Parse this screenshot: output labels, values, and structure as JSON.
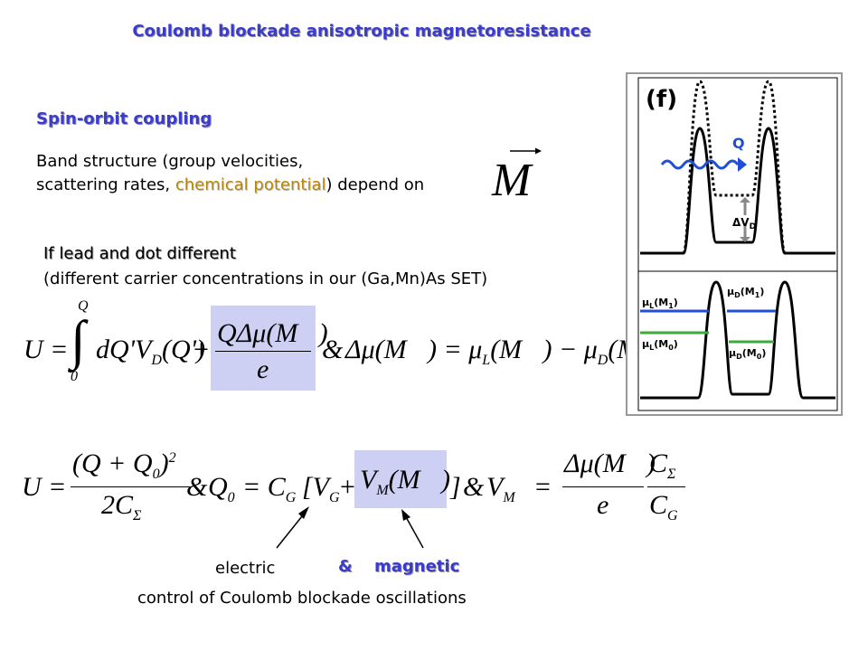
{
  "title": "Coulomb blockade anisotropic magnetoresistance",
  "heading": "Spin-orbit coupling",
  "band_line1": "Band structure (group velocities,",
  "band_line2_pre": "scattering rates, ",
  "band_line2_hl": "chemical potential",
  "band_line2_post": ") depend on",
  "lead_heading": "If lead and dot different",
  "lead_detail": "(different carrier concentrations in our (Ga,Mn)As SET)",
  "eq1": {
    "lhs": "U =",
    "integral_upper": "Q",
    "integral_lower": "0",
    "integrand": "dQ'V",
    "integrand_sub": "D",
    "integrand_arg": "(Q')",
    "plus": "+",
    "frac_num": "QΔμ(M⃗)",
    "frac_den": "e",
    "amp": "&",
    "rhs": "Δμ(M⃗) = μ",
    "rhs_sub_L": "L",
    "rhs_mid": "(M⃗) − μ",
    "rhs_sub_D": "D",
    "rhs_end": "(M⃗)"
  },
  "eq2": {
    "lhs": "U =",
    "f1_num": "(Q + Q",
    "f1_num_sub": "0",
    "f1_num_end": ")",
    "f1_num_sup": "2",
    "f1_den": "2C",
    "f1_den_sub": "Σ",
    "amp1": "&",
    "q0": "Q",
    "q0_sub": "0",
    "eq_cg": "= C",
    "cg_sub": "G",
    "bracket_open": "[V",
    "vg_sub": "G",
    "plus": "+",
    "vm": "V",
    "vm_sub": "M",
    "vm_arg": "(M⃗)",
    "bracket_close": "]",
    "amp2": "&",
    "vm2": "V",
    "vm2_sub": "M",
    "eq": "=",
    "f2_num": "Δμ(M⃗)",
    "f2_den": "e",
    "f3_num": "C",
    "f3_num_sub": "Σ",
    "f3_den": "C",
    "f3_den_sub": "G"
  },
  "bottom": {
    "electric": "electric",
    "amp": "&",
    "magnetic": "magnetic",
    "caption": "control of Coulomb blockade oscillations"
  },
  "figure": {
    "panel": "(f)",
    "q_label": "Q",
    "dv_label": "ΔV",
    "dv_sub": "D",
    "mu_l_m1": "μ",
    "mu_l_m1_sub": "L",
    "mu_l_m1_arg": "(M",
    "mu_l_m1_idx": "1",
    "mu_l_m0": "μ",
    "mu_l_m0_sub": "L",
    "mu_l_m0_arg": "(M",
    "mu_l_m0_idx": "0",
    "mu_d_m1": "μ",
    "mu_d_m1_sub": "D",
    "mu_d_m1_arg": "(M",
    "mu_d_m1_idx": "1",
    "mu_d_m0": "μ",
    "mu_d_m0_sub": "D",
    "mu_d_m0_arg": "(M",
    "mu_d_m0_idx": "0",
    "close_paren": ")"
  },
  "colors": {
    "heading": "#3b3bcc",
    "highlight": "#b8860b",
    "shade": "#cdd0f2",
    "line_blue": "#1f4fd6",
    "line_green": "#3aaa3a"
  }
}
